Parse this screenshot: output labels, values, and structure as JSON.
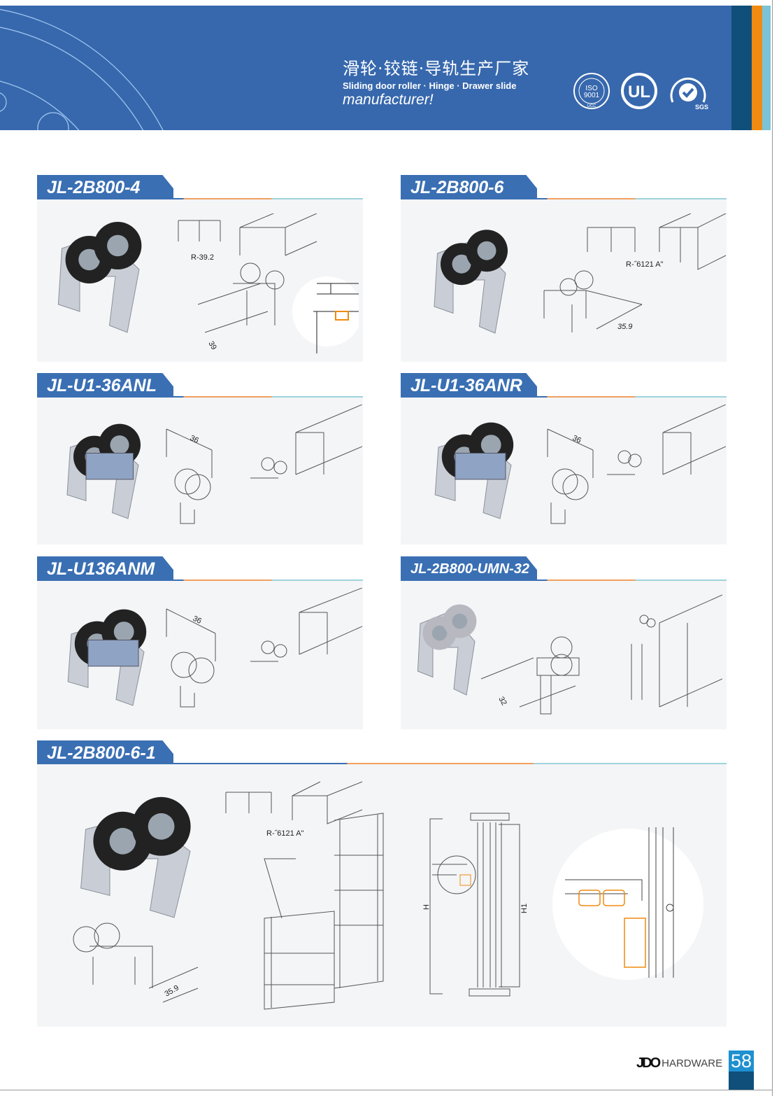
{
  "header": {
    "title_cn": "滑轮·铰链·导轨生产厂家",
    "title_en": "Sliding door roller · Hinge · Drawer slide",
    "subtitle": "manufacturer!",
    "certs": [
      {
        "icon": "iso9001-seal-icon",
        "text": "ISO 9001",
        "sub": "UCC"
      },
      {
        "icon": "ul-logo-icon",
        "text": "UL"
      },
      {
        "icon": "sgs-seal-icon",
        "text": "SGS"
      }
    ],
    "colors": {
      "band": "#3768ad",
      "navy": "#0f4f7a",
      "orange": "#f08a10",
      "light": "#7cc3d8"
    }
  },
  "products": [
    {
      "code": "JL-2B800-4",
      "profile": "R-39.2",
      "dims": [
        "39"
      ]
    },
    {
      "code": "JL-2B800-6",
      "profile": "R-˝6121 A\"",
      "dims": [
        "35.9"
      ]
    },
    {
      "code": "JL-U1-36ANL",
      "dims": [
        "36"
      ]
    },
    {
      "code": "JL-U1-36ANR",
      "dims": [
        "36"
      ]
    },
    {
      "code": "JL-U136ANM",
      "dims": [
        "36"
      ]
    },
    {
      "code": "JL-2B800-UMN-32",
      "dims": [
        "32"
      ]
    },
    {
      "code": "JL-2B800-6-1",
      "profile": "R-˝6121 A\"",
      "dims": [
        "35.9",
        "H",
        "H1"
      ]
    }
  ],
  "footer": {
    "brand_logo": "JDO",
    "brand": "HARDWARE",
    "page": "58"
  }
}
